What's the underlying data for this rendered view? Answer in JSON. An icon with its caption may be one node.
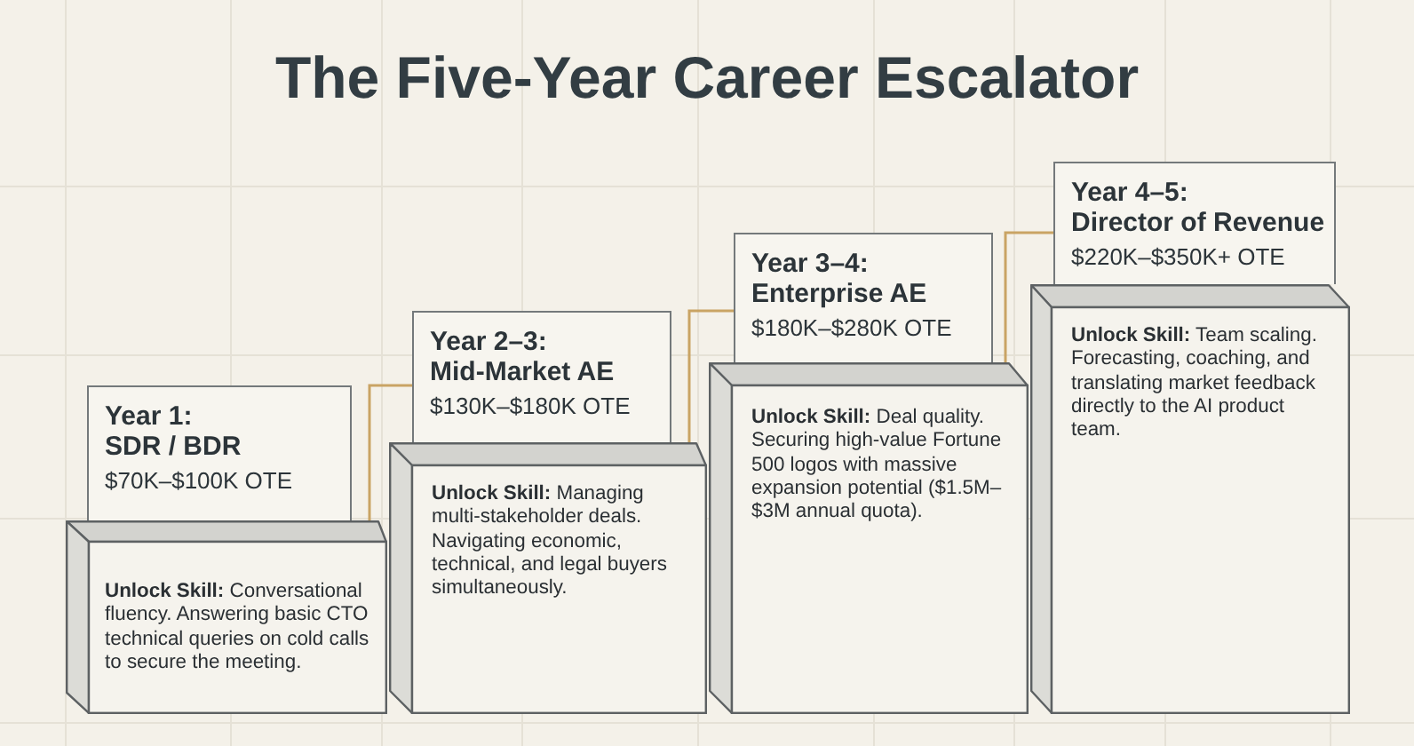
{
  "diagram": {
    "title": "The Five-Year Career Escalator",
    "nodes": [
      {
        "text": [
          "Year 1:",
          "SDR / BDR",
          "$70K–$100K OTE"
        ]
      },
      {
        "text": [
          "**Unlock Skill:** Conversational fluency. Answering basic CTO technical queries on cold calls to secure the meeting."
        ]
      },
      {
        "text": [
          "Year 2–3:",
          "Mid-Market AE",
          "$130K–$180K OTE"
        ]
      },
      {
        "text": [
          "**Unlock Skill:** Managing multi-stakeholder deals. Navigating economic, technical, and legal buyers simultaneously."
        ]
      },
      {
        "text": [
          "Year 3–4:",
          "Enterprise AE",
          "$180K–$280K OTE"
        ]
      },
      {
        "text": [
          "**Unlock Skill:** Deal quality. Securing high-value Fortune 500 logos with massive expansion potential ($1.5M–$3M annual quota)."
        ]
      },
      {
        "text": [
          "Year 4–5:",
          "Director of Revenue",
          "$220K–$350K+ OTE"
        ]
      },
      {
        "text": [
          "**Unlock Skill:** Team scaling. Forecasting, coaching, and translating market feedback directly to the AI product team."
        ]
      }
    ],
    "edges": [
      {
        "from": 1,
        "to": 2,
        "arrow": "none"
      },
      {
        "from": 3,
        "to": 4,
        "arrow": "none"
      },
      {
        "from": 5,
        "to": 6,
        "arrow": "none"
      }
    ]
  }
}
